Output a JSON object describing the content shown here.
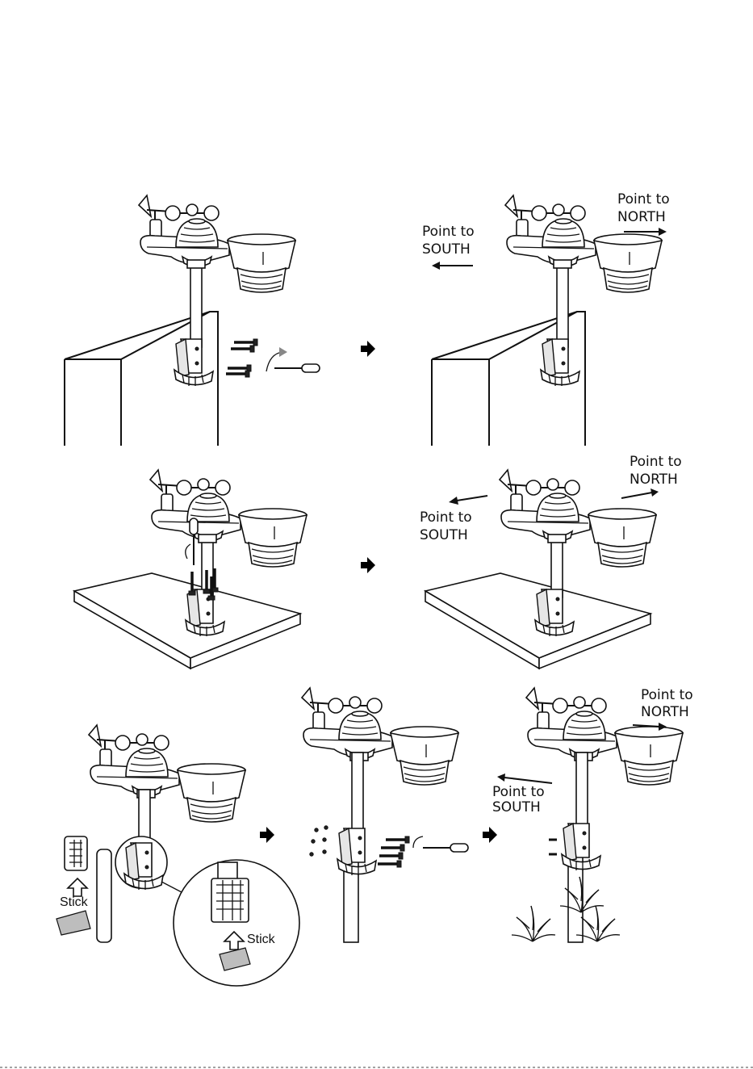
{
  "labels": {
    "point_north": [
      "Point to",
      "NORTH"
    ],
    "point_south": [
      "Point to",
      "SOUTH"
    ],
    "stick": "Stick"
  },
  "panels": [
    {
      "id": "wall-mount",
      "next_arrow": true
    },
    {
      "id": "wall-oriented"
    },
    {
      "id": "surface-mount",
      "next_arrow": true
    },
    {
      "id": "surface-oriented"
    },
    {
      "id": "pole-stick",
      "next_arrow": true
    },
    {
      "id": "pole-screw",
      "next_arrow": true
    },
    {
      "id": "pole-oriented"
    }
  ],
  "colors": {
    "line": "#111111",
    "background": "#ffffff",
    "pad": "#bdbdbd"
  }
}
